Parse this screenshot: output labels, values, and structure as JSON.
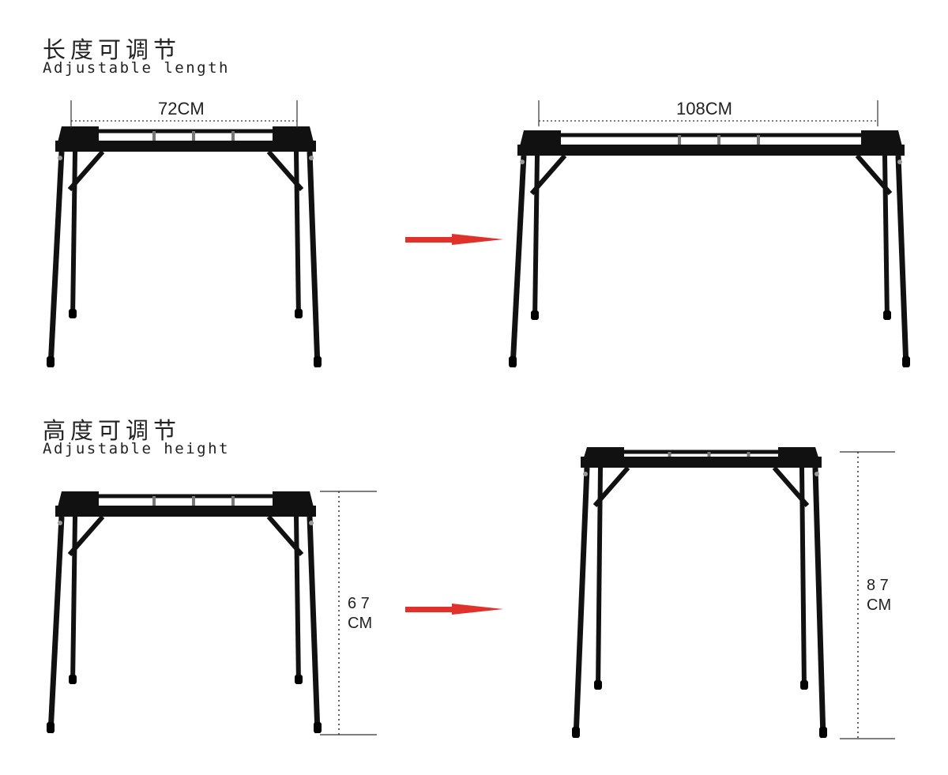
{
  "sections": [
    {
      "title_cn": "长度可调节",
      "title_en": "Adjustable length",
      "before_dim": "72CM",
      "after_dim": "108CM"
    },
    {
      "title_cn": "高度可调节",
      "title_en": "Adjustable height",
      "before_dim_num": "6 7",
      "before_dim_unit": "CM",
      "after_dim_num": "8 7",
      "after_dim_unit": "CM"
    }
  ],
  "colors": {
    "arrow": "#e0322b",
    "frame": "#111111",
    "line": "#333333"
  }
}
